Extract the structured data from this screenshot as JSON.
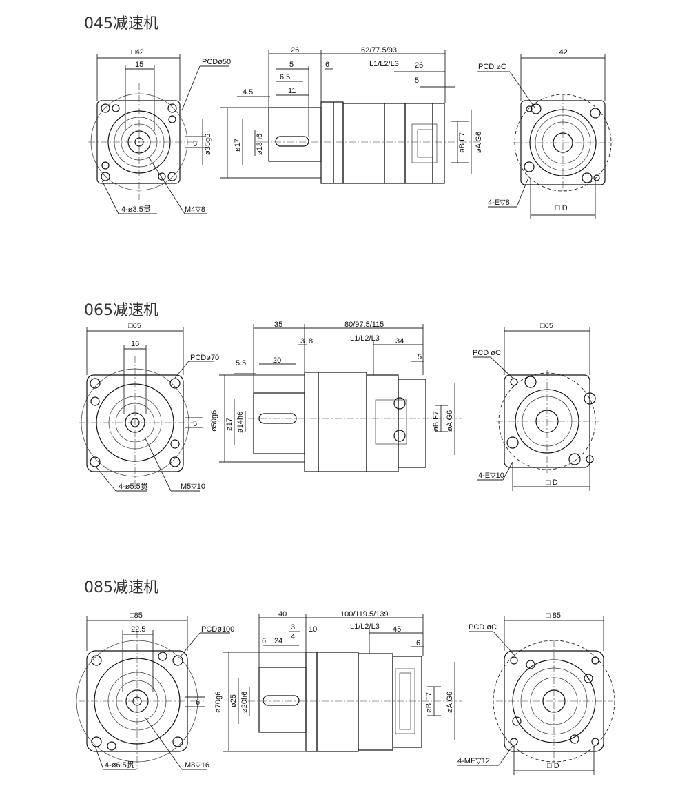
{
  "sections": [
    {
      "title": "045减速机",
      "front": {
        "square": "□42",
        "offset": "15",
        "pcd": "PCDø50",
        "keyway": "5",
        "spigot": "ø35g6",
        "holes": "4-ø3.5贯",
        "tap": "M4▽8"
      },
      "side": {
        "shaft_len": "26",
        "body_len": "62/77.5/93",
        "lengths": "L1/L2/L3",
        "key_len": "5",
        "flange": "6",
        "key_start": "6.5",
        "key_gap": "11",
        "tip": "4.5",
        "rear_len": "26",
        "rear_gap": "5",
        "spigot_d": "ø17",
        "shaft_d": "ø13h6",
        "bore": "øB F7",
        "pilot": "øA G6"
      },
      "rear": {
        "square": "□42",
        "pcd": "PCD øC",
        "holes": "4-E▽8",
        "d": "□ D"
      }
    },
    {
      "title": "065减速机",
      "front": {
        "square": "□65",
        "offset": "16",
        "pcd": "PCDø70",
        "keyway": "5",
        "spigot": "ø50g6",
        "holes": "4-ø5.5贯",
        "tap": "M5▽10"
      },
      "side": {
        "shaft_len": "35",
        "body_len": "80/97.5/115",
        "lengths": "L1/L2/L3",
        "key_len": "20",
        "flange": "8",
        "key_start": "3",
        "key_gap": "",
        "tip": "5.5",
        "rear_len": "34",
        "rear_gap": "5",
        "spigot_d": "ø17",
        "shaft_d": "ø14h6",
        "bore": "øB F7",
        "pilot": "øA G6"
      },
      "rear": {
        "square": "□65",
        "pcd": "PCD øC",
        "holes": "4-E▽10",
        "d": "□ D"
      }
    },
    {
      "title": "085减速机",
      "front": {
        "square": "□85",
        "offset": "22.5",
        "pcd": "PCDø100",
        "keyway": "6",
        "spigot": "ø70g6",
        "holes": "4-ø6.5贯",
        "tap": "M8▽16"
      },
      "side": {
        "shaft_len": "40",
        "body_len": "100/119.5/139",
        "lengths": "L1/L2/L3",
        "key_len": "24",
        "flange": "10",
        "key_start": "3",
        "key_gap": "4",
        "tip": "6",
        "rear_len": "45",
        "rear_gap": "6",
        "spigot_d": "ø25",
        "shaft_d": "ø20h6",
        "bore": "øB F7",
        "pilot": "øA G6"
      },
      "rear": {
        "square": "□ 85",
        "pcd": "PCD øC",
        "holes": "4-ME▽12",
        "d": "□ D"
      }
    }
  ]
}
